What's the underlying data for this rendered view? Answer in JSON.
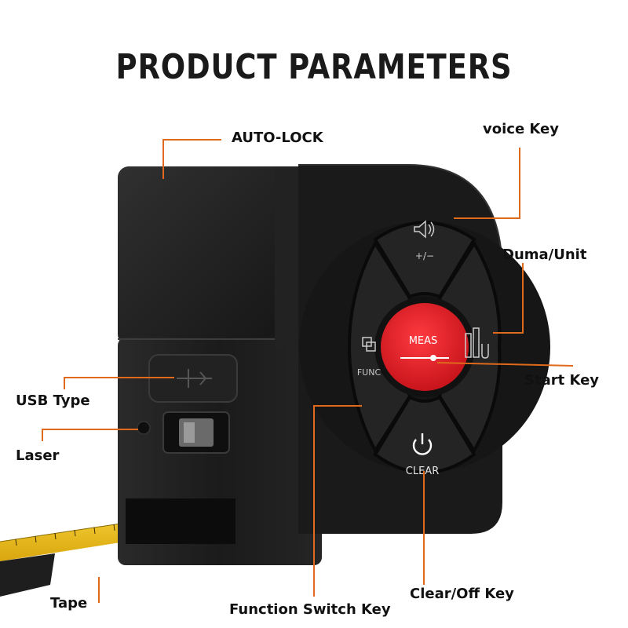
{
  "title": "PRODUCT PARAMETERS",
  "callouts": {
    "auto_lock": "AUTO-LOCK",
    "voice_key": "voice Key",
    "duma_unit": "Duma/Unit",
    "start_key": "Start Key",
    "usb_type": "USB Type",
    "laser": "Laser",
    "tape": "Tape",
    "function_switch": "Function Switch Key",
    "clear_off": "Clear/Off Key"
  },
  "device": {
    "meas_label": "MEAS",
    "func_label": "FUNC",
    "clear_label": "CLEAR",
    "volume_label": "+/−"
  },
  "colors": {
    "accent_line": "#e06a1c",
    "body": "#1c1c1c",
    "meas_button": "#e8242c",
    "tape": "#f2c21a"
  }
}
